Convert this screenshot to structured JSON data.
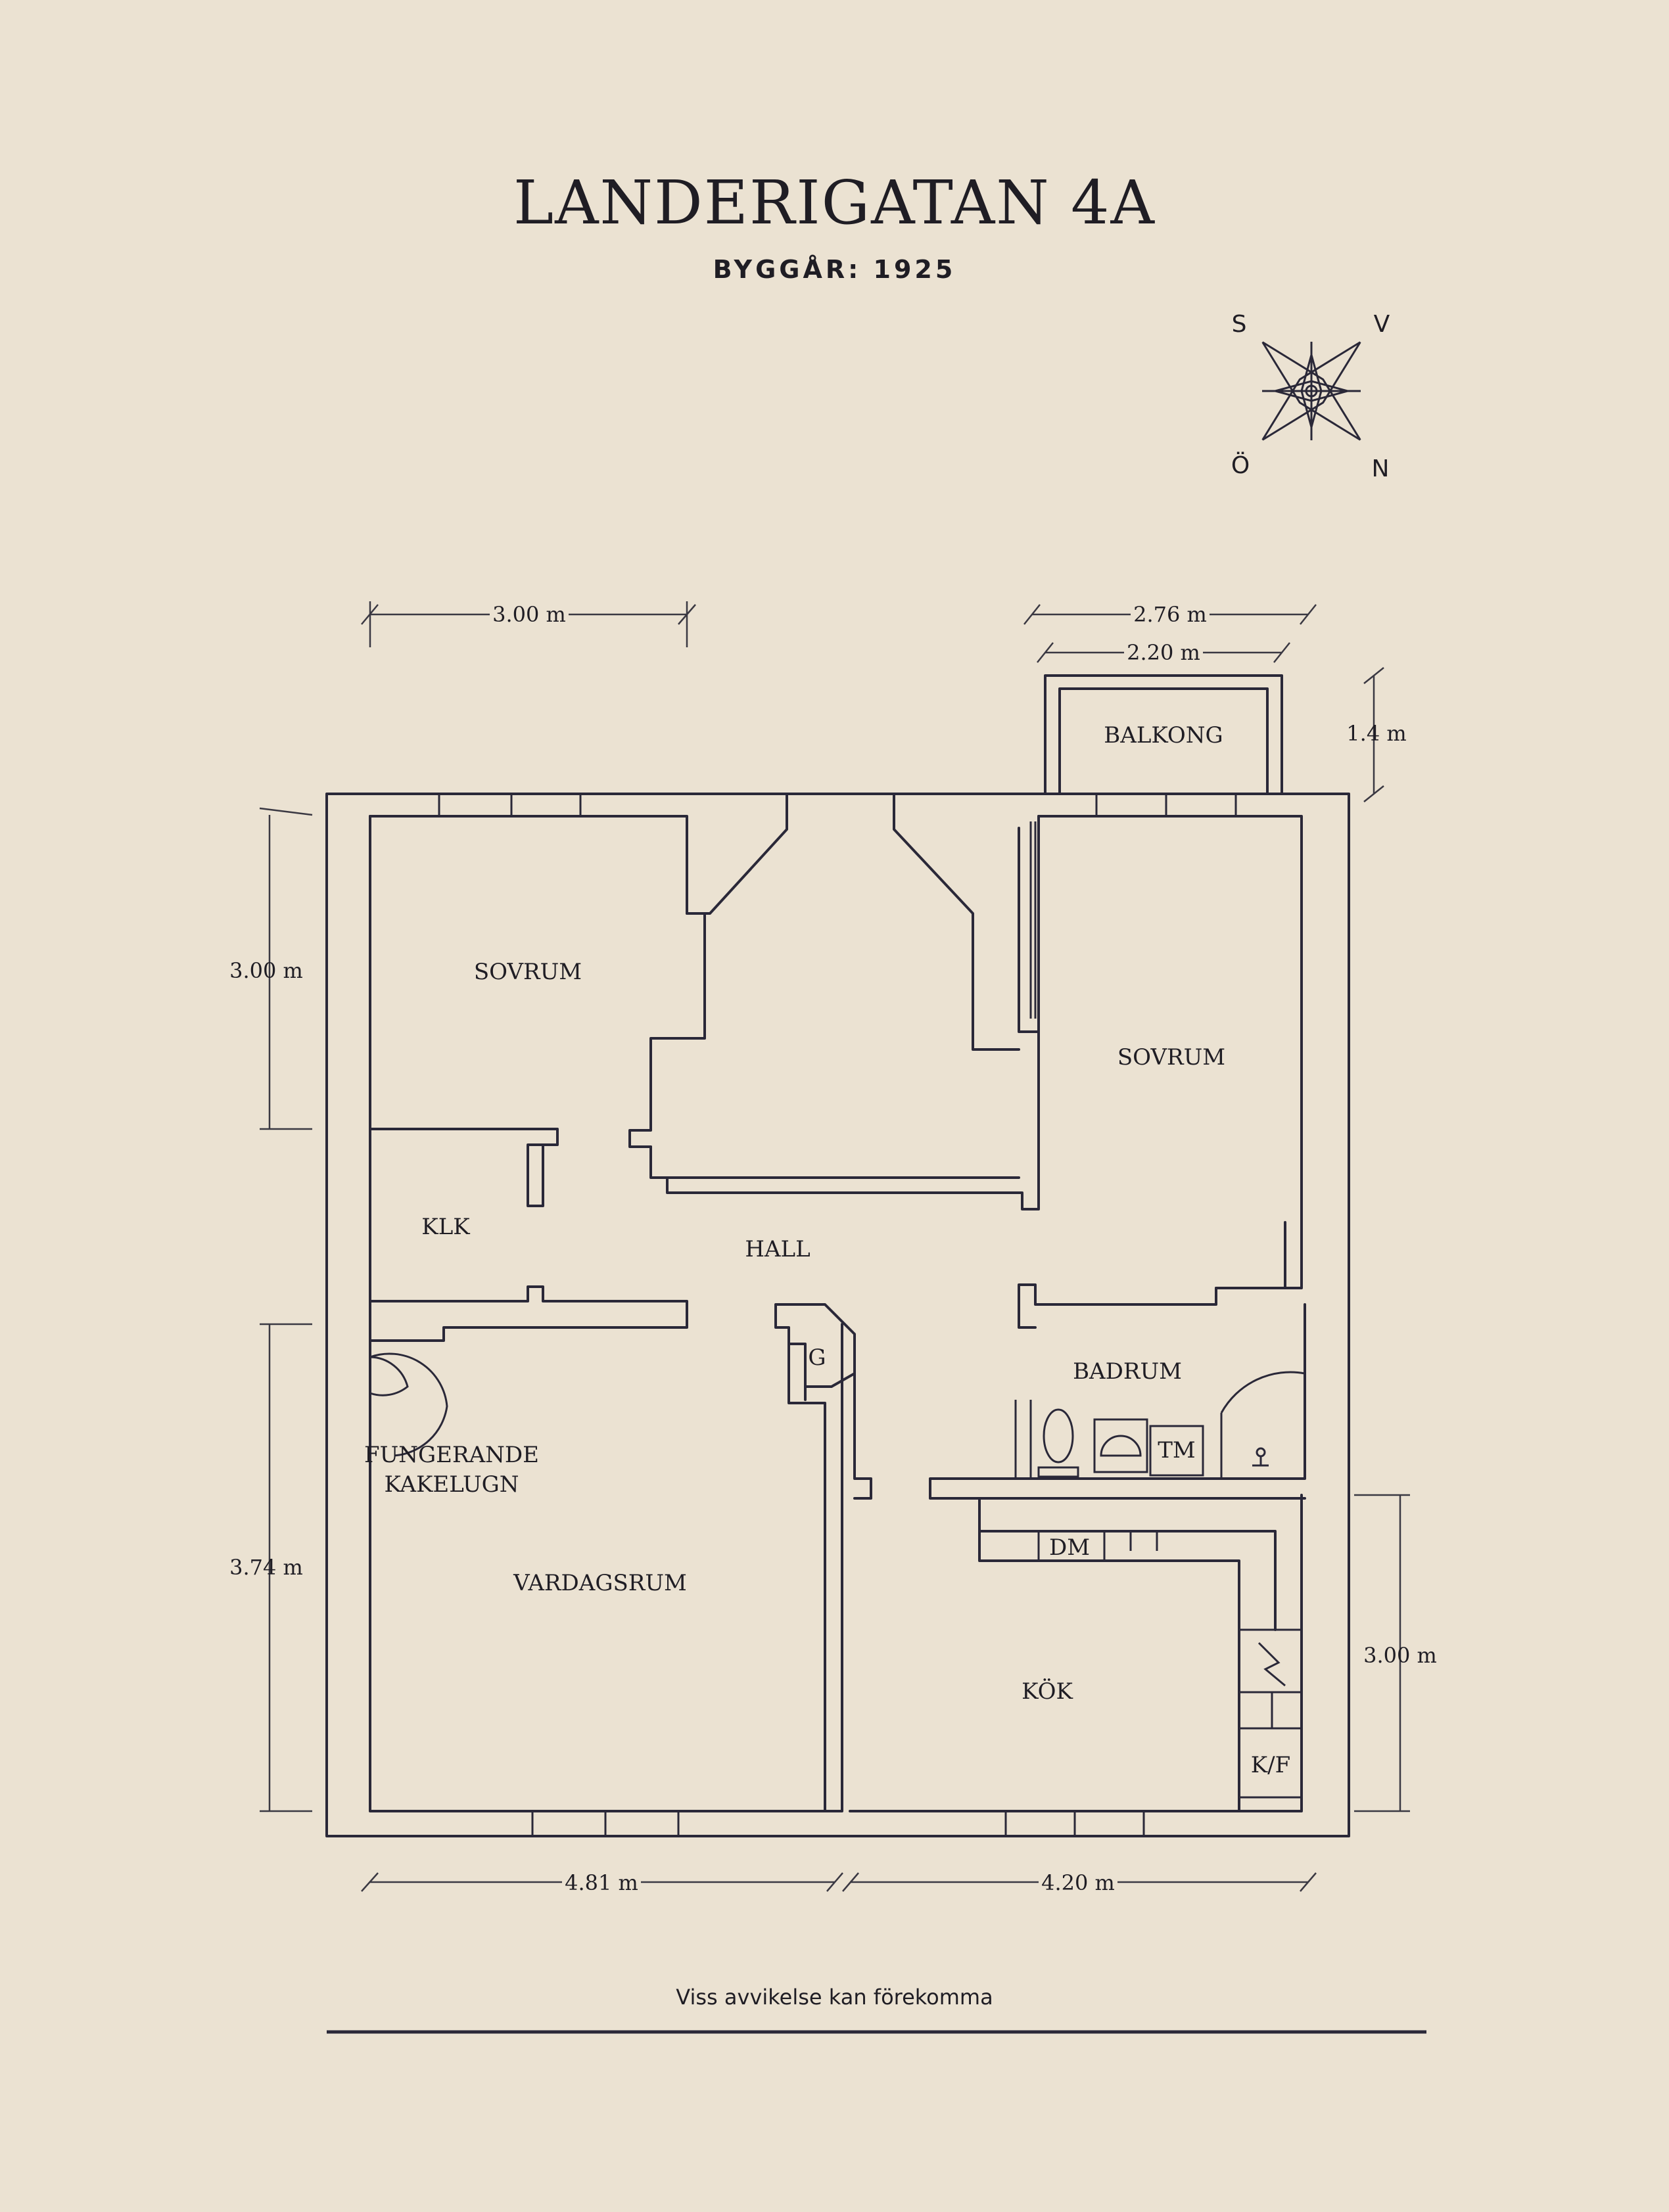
{
  "header": {
    "title": "LANDERIGATAN 4A",
    "subtitle": "BYGGÅR: 1925"
  },
  "compass": {
    "top_left": "S",
    "top_right": "V",
    "bottom_left": "Ö",
    "bottom_right": "N"
  },
  "rooms": {
    "balkong": "BALKONG",
    "sovrum_left": "SOVRUM",
    "sovrum_right": "SOVRUM",
    "klk": "KLK",
    "hall": "HALL",
    "g": "G",
    "badrum": "BADRUM",
    "tm": "TM",
    "kakelugn_line1": "FUNGERANDE",
    "kakelugn_line2": "KAKELUGN",
    "vardagsrum": "VARDAGSRUM",
    "dm": "DM",
    "kok": "KÖK",
    "kf": "K/F"
  },
  "dimensions": {
    "top_left_width": "3.00 m",
    "top_right_width": "2.76 m",
    "balcony_width": "2.20 m",
    "balcony_depth": "1.4 m",
    "left_upper_height": "3.00 m",
    "left_lower_height": "3.74 m",
    "right_lower_height": "3.00 m",
    "bottom_left_width": "4.81 m",
    "bottom_right_width": "4.20 m"
  },
  "footer": {
    "note": "Viss avvikelse kan förekomma"
  }
}
